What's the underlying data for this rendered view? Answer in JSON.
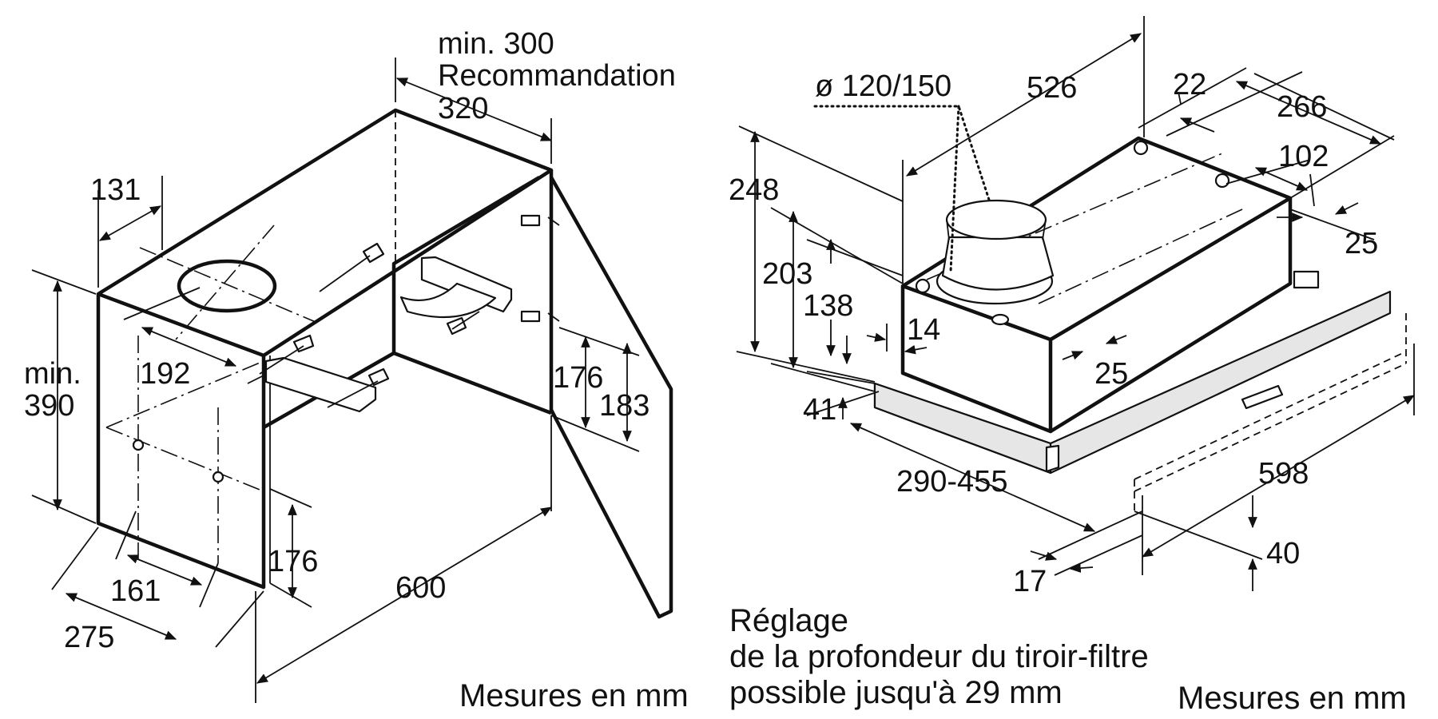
{
  "left_view": {
    "dims": {
      "top_min": "min. 300",
      "top_reco": "Recommandation",
      "top_val": "320",
      "d131": "131",
      "min_label": "min.",
      "min_val": "390",
      "d192": "192",
      "d176_right": "176",
      "d183": "183",
      "d176_bottom": "176",
      "d161": "161",
      "d275": "275",
      "d600": "600"
    },
    "footer": "Mesures en mm"
  },
  "right_view": {
    "dims": {
      "diameter": "ø 120/150",
      "d526": "526",
      "d22": "22",
      "d266": "266",
      "d102": "102",
      "d25_top": "25",
      "d248": "248",
      "d203": "203",
      "d138": "138",
      "d14": "14",
      "d25_mid": "25",
      "d41": "41",
      "d290_455": "290-455",
      "d598": "598",
      "d40": "40",
      "d17": "17"
    },
    "note_lines": [
      "Réglage",
      "de la profondeur du tiroir-filtre",
      "possible jusqu'à 29 mm"
    ],
    "footer": "Mesures en mm"
  }
}
